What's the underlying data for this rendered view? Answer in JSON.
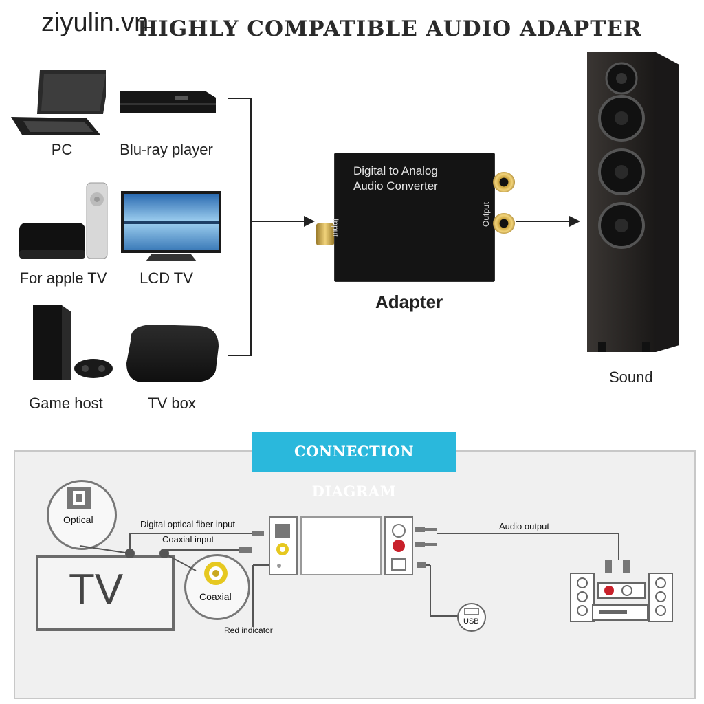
{
  "watermark": "ziyulin.vn",
  "headline": "HIGHLY COMPATIBLE AUDIO ADAPTER",
  "devices": [
    {
      "label": "PC",
      "icon": "laptop-icon"
    },
    {
      "label": "Blu-ray player",
      "icon": "bluray-player-icon"
    },
    {
      "label": "For apple TV",
      "icon": "apple-tv-icon"
    },
    {
      "label": "LCD TV",
      "icon": "lcd-tv-icon"
    },
    {
      "label": "Game host",
      "icon": "game-console-icon"
    },
    {
      "label": "TV box",
      "icon": "tv-box-icon"
    }
  ],
  "adapter": {
    "title_line1": "Digital  to Analog",
    "title_line2": "Audio Converter",
    "input_label": "Input",
    "output_label": "Output",
    "caption": "Adapter"
  },
  "sound_label": "Sound",
  "diagram": {
    "title": "CONNECTION DIAGRAM",
    "optical": "Optical",
    "coaxial": "Coaxial",
    "tv": "TV",
    "optical_line": "Digital optical fiber input",
    "coaxial_line": "Coaxial input",
    "red_indicator": "Red indicator",
    "audio_output": "Audio output",
    "usb": "USB"
  },
  "colors": {
    "accent": "#2ab8dc",
    "gold": "#d4af4a",
    "red": "#c8202a"
  }
}
